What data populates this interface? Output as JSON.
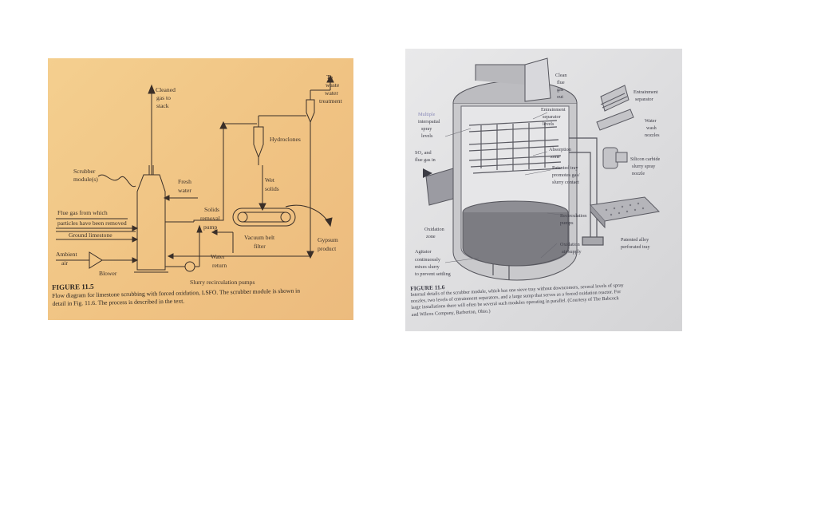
{
  "figure_11_5": {
    "labels": {
      "to_waste_1": "To",
      "to_waste_2": "waste",
      "to_waste_3": "water",
      "to_waste_4": "treatment",
      "cleaned_1": "Cleaned",
      "cleaned_2": "gas to",
      "cleaned_3": "stack",
      "hydroclones": "Hydroclones",
      "scrubber_1": "Scrubber",
      "scrubber_2": "module(s)",
      "fresh_1": "Fresh",
      "fresh_2": "water",
      "wet_1": "Wet",
      "wet_2": "solids",
      "flue_1": "Flue gas from which",
      "flue_2": "particles have been removed",
      "solids_1": "Solids",
      "solids_2": "removal",
      "solids_3": "pump",
      "ground_limestone": "Ground limestone",
      "vacuum_1": "Vacuum belt",
      "vacuum_2": "filter",
      "gypsum_1": "Gypsum",
      "gypsum_2": "product",
      "ambient_1": "Ambient",
      "ambient_2": "air",
      "water_1": "Water",
      "water_2": "return",
      "blower": "Blower",
      "slurry_pumps": "Slurry recirculation pumps"
    },
    "caption_title": "FIGURE 11.5",
    "caption_line1": "Flow diagram for limestone scrubbing with forced oxidation, LSFO. The scrubber module is shown in",
    "caption_line2": "detail in Fig. 11.6. The process is described in the text."
  },
  "figure_11_6": {
    "labels": {
      "clean_1": "Clean",
      "clean_2": "flue",
      "clean_3": "gas",
      "clean_4": "out",
      "ent_sep_1": "Entrainment",
      "ent_sep_2": "separator",
      "multiple": "Multiple",
      "interspatial": "interspatial",
      "spray": "spray",
      "levels": "levels",
      "ent_sep_mid_1": "Entrainment",
      "ent_sep_mid_2": "separator",
      "ent_sep_mid_3": "levels",
      "water_wash_1": "Water",
      "water_wash_2": "wash",
      "water_wash_3": "nozzles",
      "so2_1": "SO₂ and",
      "so2_2": "flue gas in",
      "absorption_1": "Absorption",
      "absorption_2": "zone",
      "sic_1": "Silicon carbide",
      "sic_2": "slurry spray",
      "sic_3": "nozzle",
      "tray_1": "Patented tray",
      "tray_2": "promotes gas/",
      "tray_3": "slurry contact",
      "recirc_1": "Recirculation",
      "recirc_2": "pumps",
      "oxzone_1": "Oxidation",
      "oxzone_2": "zone",
      "alloy_1": "Patented alloy",
      "alloy_2": "perforated tray",
      "agitator_1": "Agitator",
      "agitator_2": "continuously",
      "agitator_3": "mixes slurry",
      "agitator_4": "to prevent settling",
      "oxair_1": "Oxidation",
      "oxair_2": "air supply"
    },
    "caption_title": "FIGURE 11.6",
    "caption_line1": "Internal details of the scrubber module, which has one sieve tray without downcomers, several levels of spray",
    "caption_line2": "nozzles, two levels of entrainment separators, and a large sump that serves as a forced oxidation reactor. For",
    "caption_line3": "large installations there will often be several such modules operating in parallel. (Courtesy of The Babcock",
    "caption_line4": "and Wilcox Company, Barberton, Ohio.)"
  }
}
